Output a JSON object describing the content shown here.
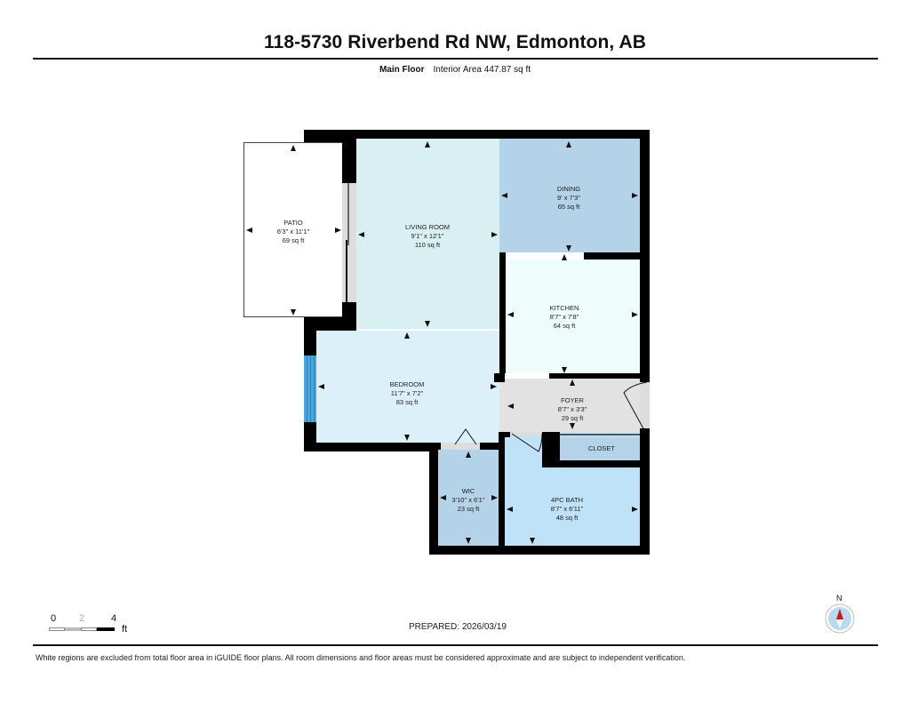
{
  "header": {
    "title": "118-5730 Riverbend Rd NW, Edmonton, AB",
    "floor_label": "Main Floor",
    "interior_area": "Interior Area 447.87 sq ft"
  },
  "rooms": {
    "patio": {
      "name": "PATIO",
      "dims": "6'3\" x 11'1\"",
      "area": "69 sq ft",
      "color": "#ffffff"
    },
    "living_room": {
      "name": "LIVING ROOM",
      "dims": "9'1\" x 12'1\"",
      "area": "110 sq ft",
      "color": "#d8f0f2"
    },
    "dining": {
      "name": "DINING",
      "dims": "9' x 7'3\"",
      "area": "65 sq ft",
      "color": "#b4d2e8"
    },
    "kitchen": {
      "name": "KITCHEN",
      "dims": "8'7\" x 7'8\"",
      "area": "64 sq ft",
      "color": "#eefcfc"
    },
    "bedroom": {
      "name": "BEDROOM",
      "dims": "11'7\" x 7'2\"",
      "area": "83 sq ft",
      "color": "#dcf0fa"
    },
    "foyer": {
      "name": "FOYER",
      "dims": "8'7\" x 3'3\"",
      "area": "29 sq ft",
      "color": "#e2e2e2"
    },
    "closet": {
      "name": "CLOSET",
      "color": "#b4d2e8"
    },
    "wic": {
      "name": "WIC",
      "dims": "3'10\" x 6'1\"",
      "area": "23 sq ft",
      "color": "#b4d2e8"
    },
    "bath": {
      "name": "4PC BATH",
      "dims": "8'7\" x 6'11\"",
      "area": "48 sq ft",
      "color": "#c0e2f8"
    }
  },
  "scale": {
    "labels": [
      "0",
      "2",
      "4"
    ],
    "unit": "ft"
  },
  "prepared": "PREPARED: 2026/03/19",
  "compass": {
    "label": "N"
  },
  "footer": {
    "disclaimer": "White regions are excluded from total floor area in iGUIDE floor plans. All room dimensions and floor areas must be considered approximate and are subject to independent verification."
  }
}
